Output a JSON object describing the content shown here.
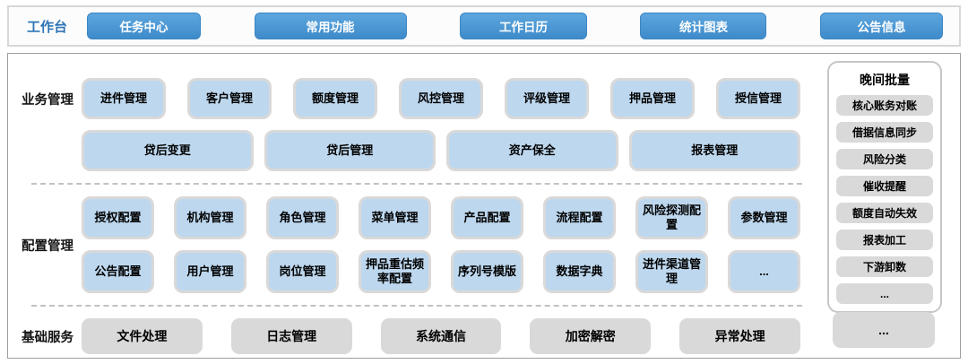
{
  "palette": {
    "workbench_button_blue": "#4a96d2",
    "workbench_label_blue": "#2e75b6",
    "card_blue_fill": "#bdd7ee",
    "card_blue_border": "#d9d9d9",
    "card_gray_fill": "#d9d9d9",
    "panel_border_gray": "#9e9e9e"
  },
  "workbench": {
    "label": "工作台",
    "buttons": [
      "任务中心",
      "常用功能",
      "工作日历",
      "统计图表",
      "公告信息"
    ]
  },
  "sections": {
    "business": {
      "label": "业务管理",
      "row1": [
        "进件管理",
        "客户管理",
        "额度管理",
        "风控管理",
        "评级管理",
        "押品管理",
        "授信管理"
      ],
      "row2": [
        "贷后变更",
        "贷后管理",
        "资产保全",
        "报表管理"
      ]
    },
    "config": {
      "label": "配置管理",
      "row1": [
        "授权配置",
        "机构管理",
        "角色管理",
        "菜单管理",
        "产品配置",
        "流程配置",
        "风险探测配置",
        "参数管理"
      ],
      "row2": [
        "公告配置",
        "用户管理",
        "岗位管理",
        "押品重估频率配置",
        "序列号模版",
        "数据字典",
        "进件渠道管理",
        "..."
      ]
    },
    "base": {
      "label": "基础服务",
      "items": [
        "文件处理",
        "日志管理",
        "系统通信",
        "加密解密",
        "异常处理"
      ],
      "more": "..."
    }
  },
  "night_batch": {
    "title": "晚间批量",
    "items": [
      "核心账务对账",
      "借据信息同步",
      "风险分类",
      "催收提醒",
      "额度自动失效",
      "报表加工",
      "下游卸数",
      "..."
    ]
  }
}
